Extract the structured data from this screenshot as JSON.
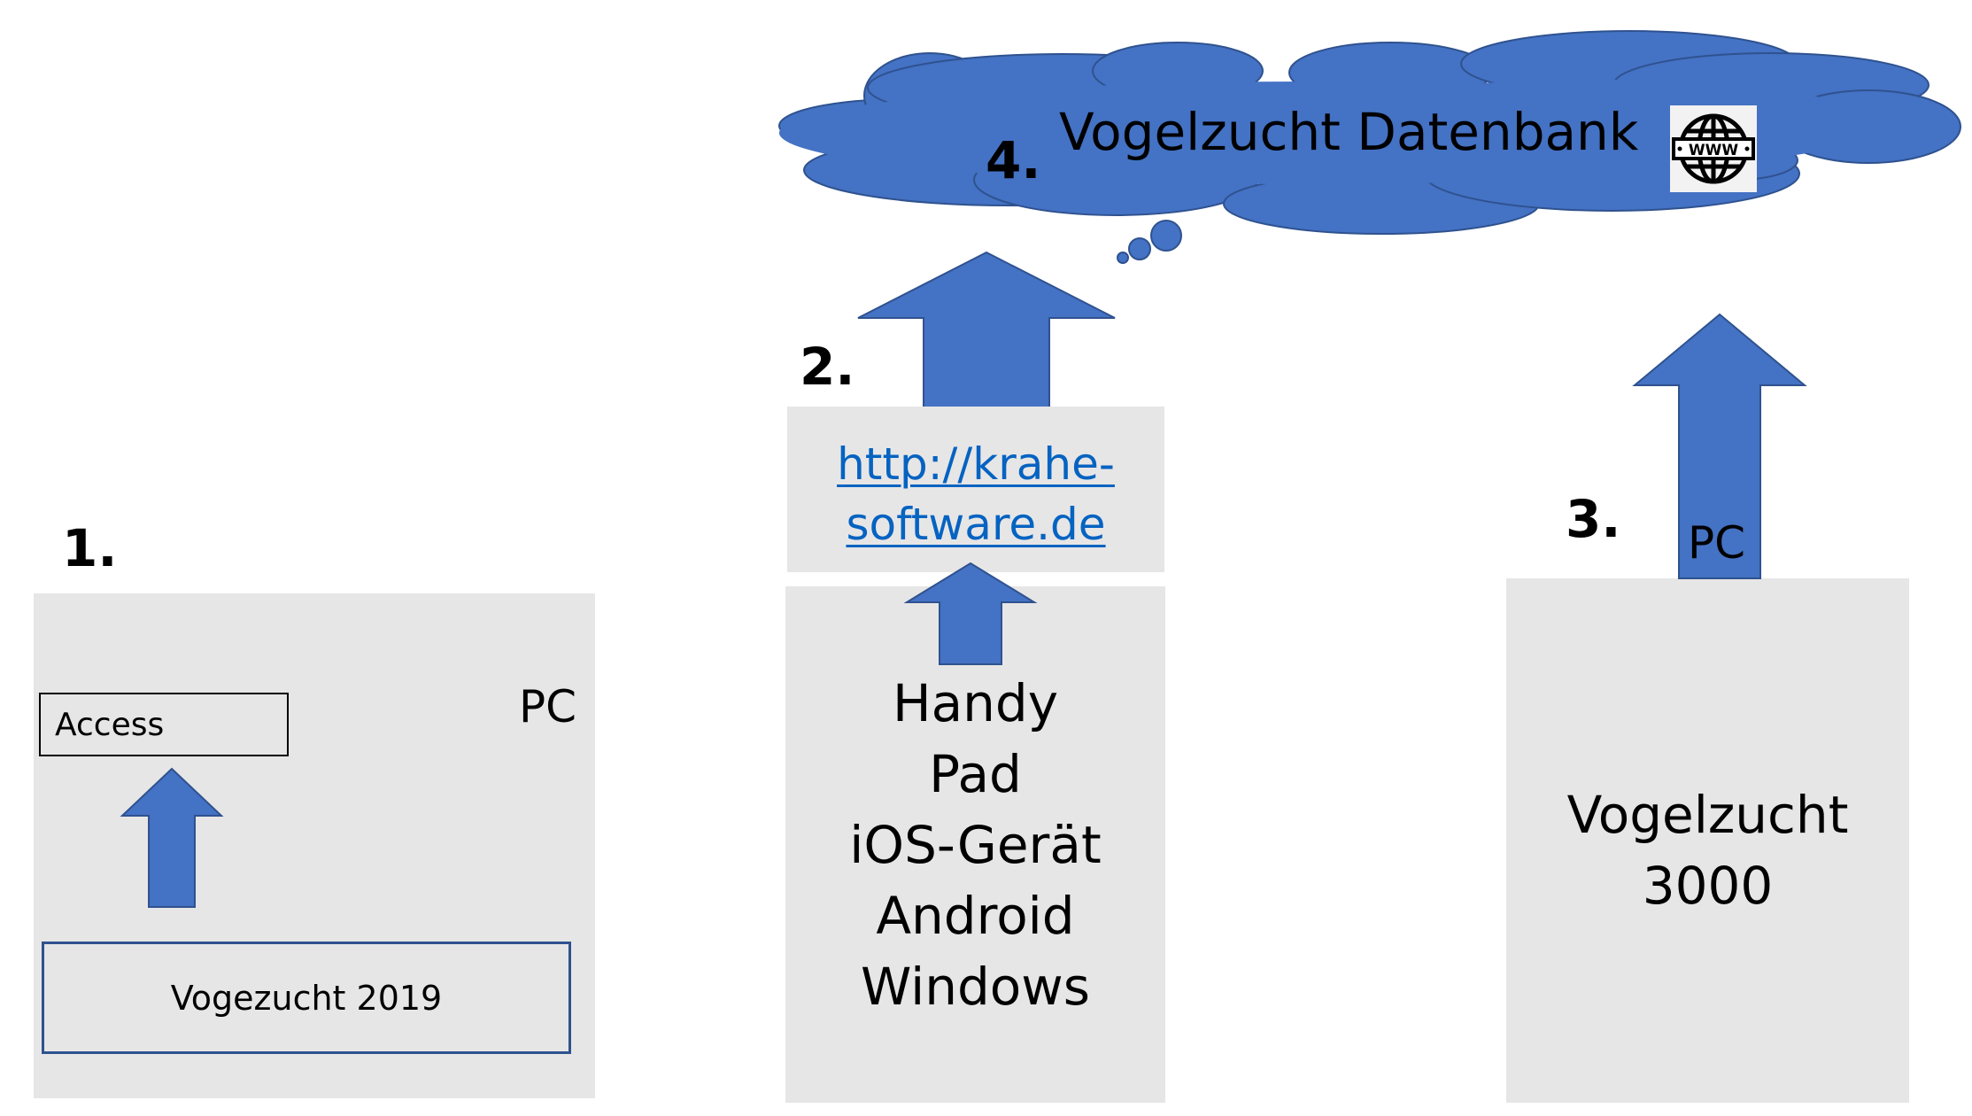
{
  "cloud": {
    "step": "4.",
    "title": "Vogelzucht Datenbank",
    "icon": "www-globe-icon",
    "icon_text": "WWW"
  },
  "section1": {
    "step": "1.",
    "pc_label": "PC",
    "access_label": "Access",
    "app_label": "Vogezucht 2019"
  },
  "section2": {
    "step": "2.",
    "url_line1": "http://krahe-",
    "url_line2": "software.de",
    "devices": [
      "Handy",
      "Pad",
      "iOS-Gerät",
      "Android",
      "Windows"
    ]
  },
  "section3": {
    "step": "3.",
    "pc_label": "PC",
    "app_line1": "Vogelzucht",
    "app_line2": "3000"
  },
  "colors": {
    "shape_fill": "#4472c4",
    "shape_stroke": "#2f528f",
    "box_fill": "#e7e6e6",
    "link": "#0563c1",
    "inner_border_dark": "#000000",
    "inner_border_blue": "#2f528f"
  }
}
